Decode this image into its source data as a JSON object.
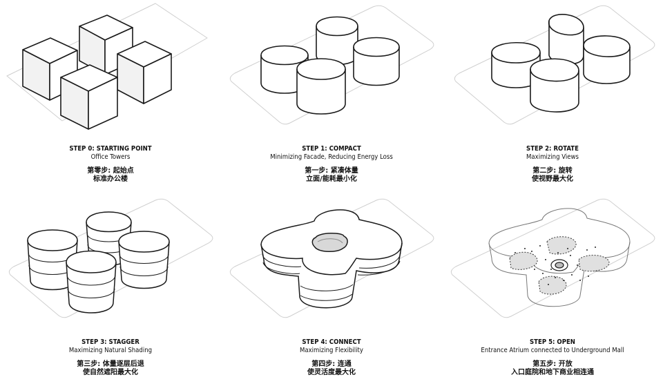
{
  "steps": [
    {
      "title": "STEP 0: STARTING POINT",
      "subtitle": "Office Towers",
      "cn_line1": "第零步: 起始点",
      "cn_line2": "标准办公楼"
    },
    {
      "title": "STEP 1: COMPACT",
      "subtitle": "Minimizing Facade, Reducing Energy Loss",
      "cn_line1": "第一步: 紧凑体量",
      "cn_line2": "立面/能耗最小化"
    },
    {
      "title": "STEP 2: ROTATE",
      "subtitle": "Maximizing Views",
      "cn_line1": "第二步: 旋转",
      "cn_line2": "使视野最大化"
    },
    {
      "title": "STEP 3: STAGGER",
      "subtitle": "Maximizing Natural Shading",
      "cn_line1": "第三步: 体量逐层后退",
      "cn_line2": "使自然遮阳最大化"
    },
    {
      "title": "STEP 4: CONNECT",
      "subtitle": "Maximizing Flexibility",
      "cn_line1": "第四步: 连通",
      "cn_line2": "使灵活度最大化"
    },
    {
      "title": "STEP 5: OPEN",
      "subtitle": "Entrance Atrium connected to Underground Mall",
      "cn_line1": "第五步:  开放",
      "cn_line2": "入口庭院和地下商业相连通"
    }
  ],
  "colors": {
    "line": "#1a1a1a",
    "fill": "#ffffff",
    "base": "#c8c8c8",
    "shade": "#e6e6e6"
  }
}
